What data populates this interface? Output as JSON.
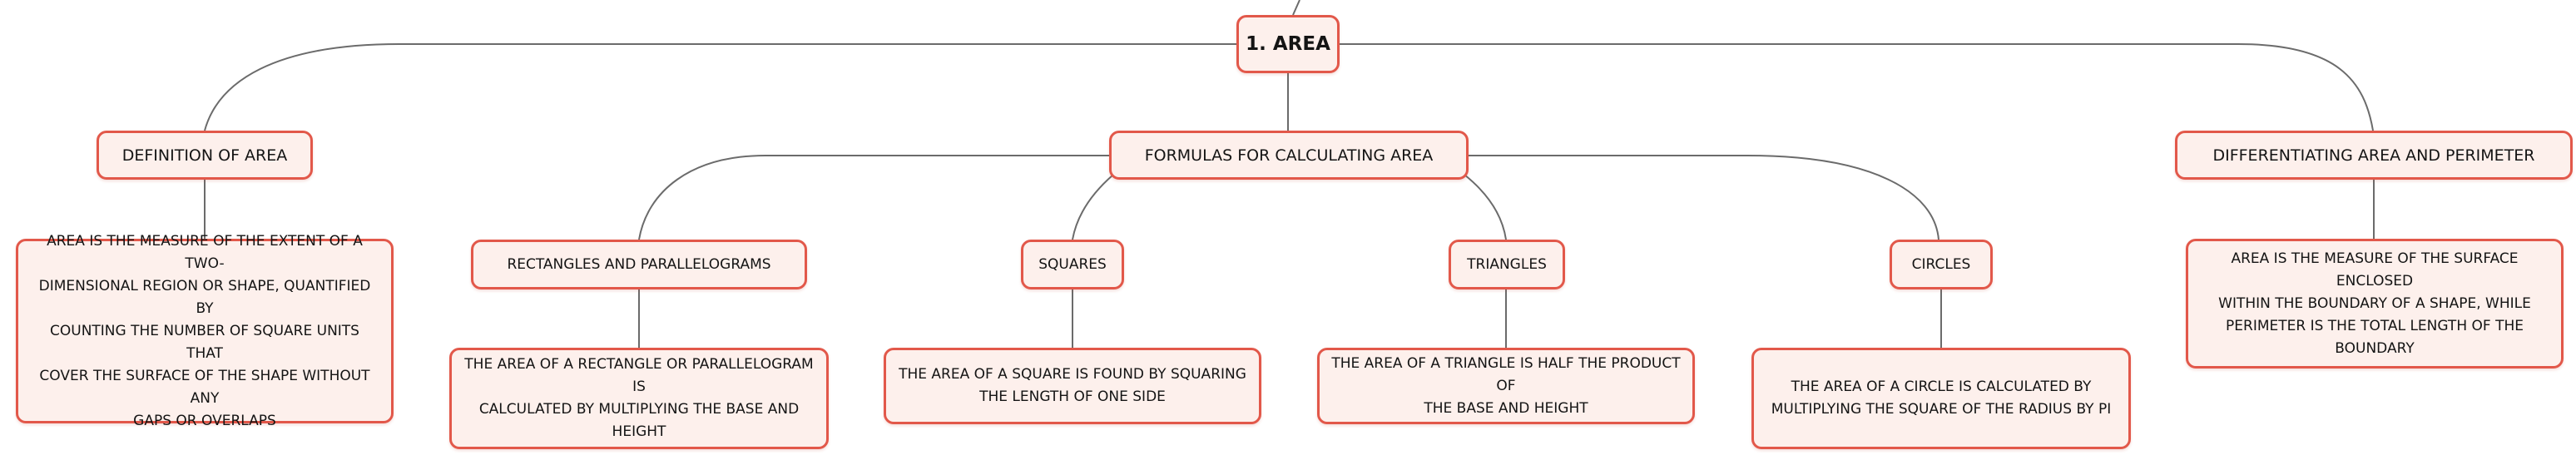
{
  "map": {
    "root": {
      "label": "1. AREA"
    },
    "definition": {
      "label": "DEFINITION OF AREA",
      "detail_lines": [
        "AREA IS THE MEASURE OF THE EXTENT OF A TWO-",
        "DIMENSIONAL REGION OR SHAPE, QUANTIFIED BY",
        "COUNTING THE NUMBER OF SQUARE UNITS THAT",
        "COVER THE SURFACE OF THE SHAPE WITHOUT ANY",
        "GAPS OR OVERLAPS"
      ]
    },
    "formulas": {
      "label": "FORMULAS FOR CALCULATING AREA",
      "rectangles": {
        "label": "RECTANGLES AND PARALLELOGRAMS",
        "detail_lines": [
          "THE AREA OF A RECTANGLE OR PARALLELOGRAM IS",
          "CALCULATED BY MULTIPLYING THE BASE AND",
          "HEIGHT"
        ]
      },
      "squares": {
        "label": "SQUARES",
        "detail_lines": [
          "THE AREA OF A SQUARE IS FOUND BY SQUARING",
          "THE LENGTH OF ONE SIDE"
        ]
      },
      "triangles": {
        "label": "TRIANGLES",
        "detail_lines": [
          "THE AREA OF A TRIANGLE IS HALF THE PRODUCT OF",
          "THE BASE AND HEIGHT"
        ]
      },
      "circles": {
        "label": "CIRCLES",
        "detail_lines": [
          "THE AREA OF A CIRCLE IS CALCULATED BY",
          "MULTIPLYING THE SQUARE OF THE RADIUS BY PI"
        ]
      }
    },
    "differentiating": {
      "label": "DIFFERENTIATING AREA AND PERIMETER",
      "detail_lines": [
        "AREA IS THE MEASURE OF THE SURFACE ENCLOSED",
        "WITHIN THE BOUNDARY OF A SHAPE, WHILE",
        "PERIMETER IS THE TOTAL LENGTH OF THE",
        "BOUNDARY"
      ]
    }
  },
  "colors": {
    "node_border": "#e2584a",
    "node_fill": "#fdf0ec",
    "connector": "#6b6b6b",
    "text": "#141414"
  }
}
